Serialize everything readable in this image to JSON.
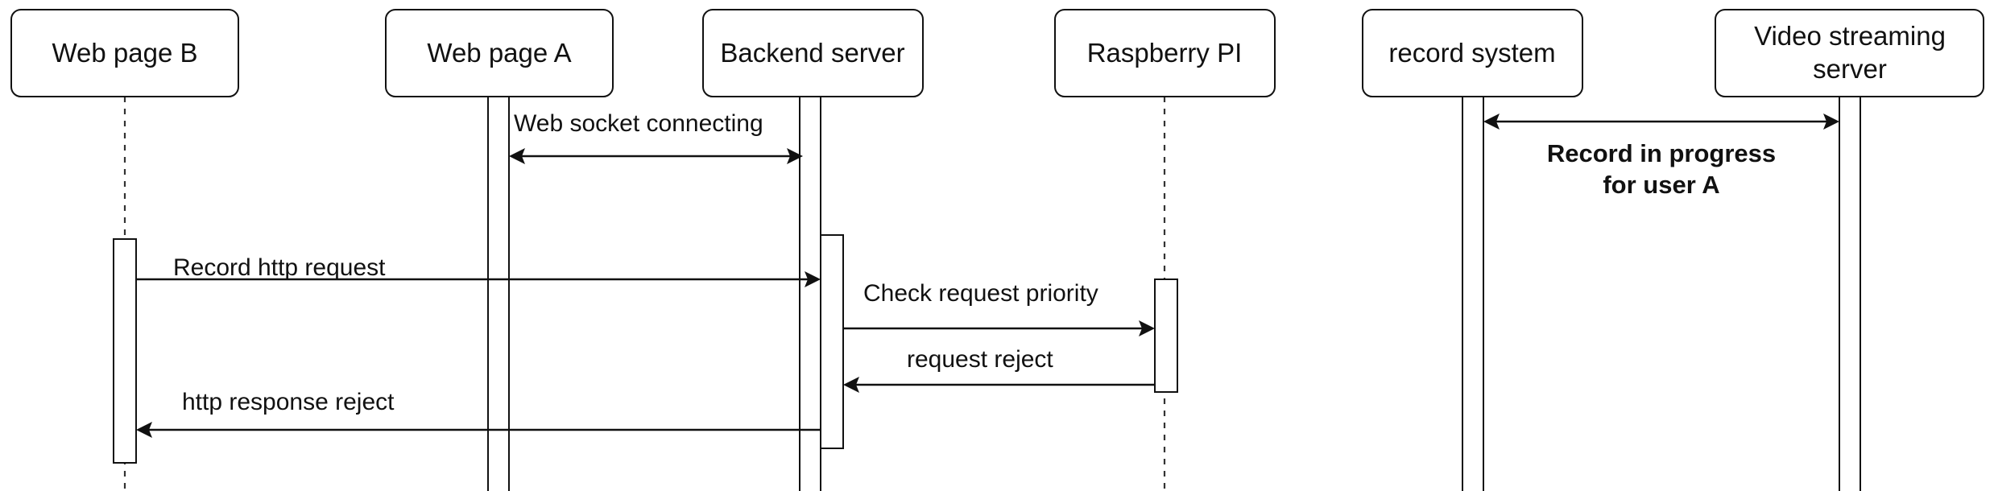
{
  "participants": [
    {
      "id": "web-page-b",
      "label": "Web page B"
    },
    {
      "id": "web-page-a",
      "label": "Web page A"
    },
    {
      "id": "backend-server",
      "label": "Backend server"
    },
    {
      "id": "raspberry-pi",
      "label": "Raspberry PI"
    },
    {
      "id": "record-system",
      "label": "record system"
    },
    {
      "id": "video-streaming-server",
      "label_line1": "Video streaming",
      "label_line2": "server"
    }
  ],
  "messages": [
    {
      "id": "websocket",
      "from": "Web page A",
      "to": "Backend server",
      "label": "Web socket connecting",
      "bidirectional": true
    },
    {
      "id": "record-http-request",
      "from": "Web page B",
      "to": "Backend server",
      "label": "Record http request"
    },
    {
      "id": "check-priority",
      "from": "Backend server",
      "to": "Raspberry PI",
      "label": "Check request priority"
    },
    {
      "id": "request-reject",
      "from": "Raspberry PI",
      "to": "Backend server",
      "label": "request reject"
    },
    {
      "id": "http-response-reject",
      "from": "Backend server",
      "to": "Web page B",
      "label": "http response reject"
    },
    {
      "id": "record-in-progress",
      "from": "record system",
      "to": "Video streaming server",
      "label_line1": "Record in progress",
      "label_line2": "for user A",
      "bidirectional": true
    }
  ]
}
